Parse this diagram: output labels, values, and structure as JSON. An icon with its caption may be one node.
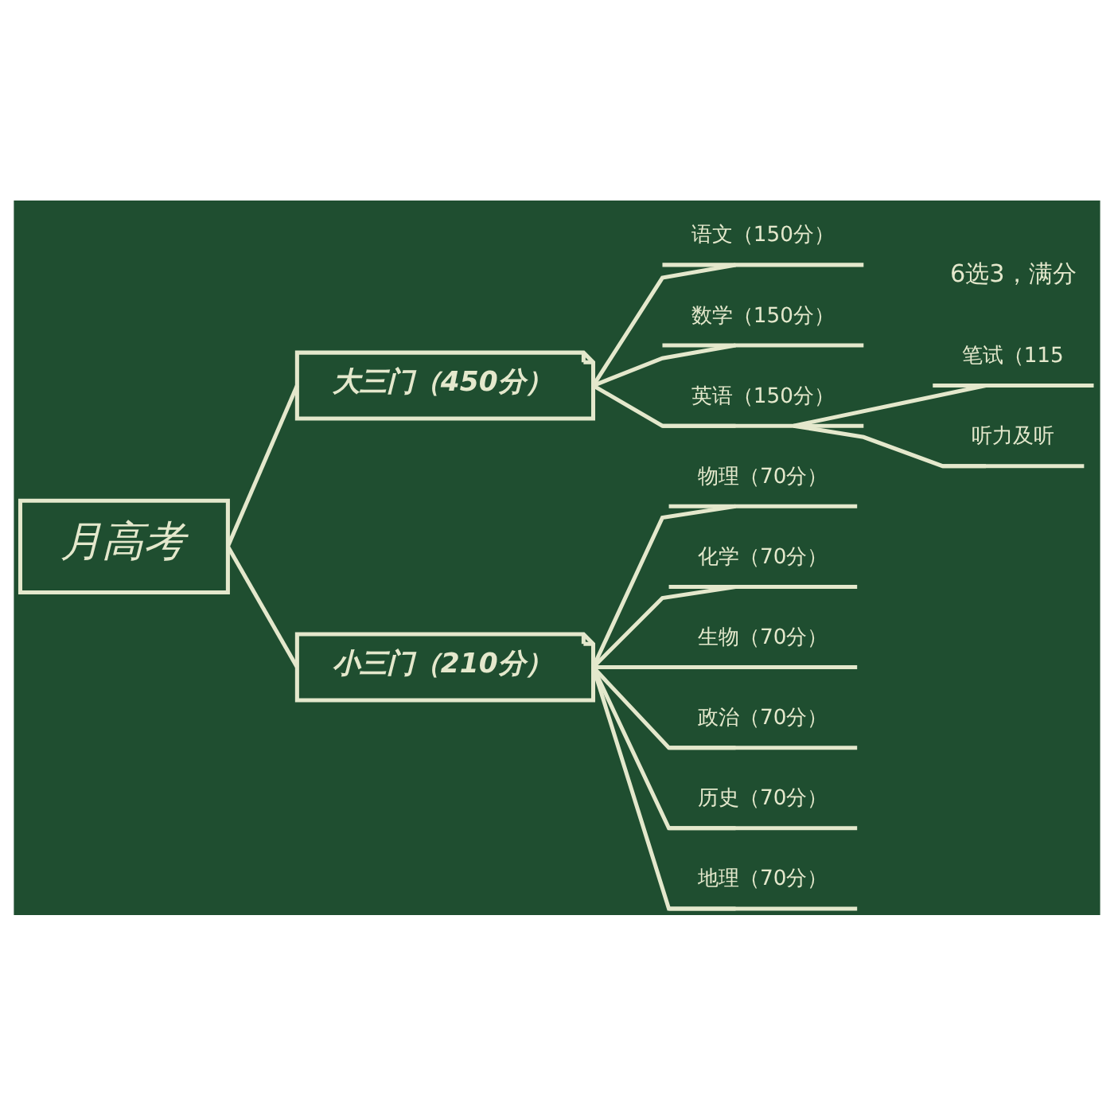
{
  "diagram": {
    "nodes": [
      {
        "text": [
          "月高考"
        ]
      },
      {
        "text": [
          "大三门（450分）"
        ]
      },
      {
        "text": [
          "语文（150分）"
        ]
      },
      {
        "text": [
          "数学（150分）"
        ]
      },
      {
        "text": [
          "英语（150分）"
        ]
      },
      {
        "text": [
          "笔试（115"
        ]
      },
      {
        "text": [
          "听力及听"
        ]
      },
      {
        "text": [
          "小三门（210分）"
        ]
      },
      {
        "text": [
          "物理（70分）"
        ]
      },
      {
        "text": [
          "化学（70分）"
        ]
      },
      {
        "text": [
          "生物（70分）"
        ]
      },
      {
        "text": [
          "政治（70分）"
        ]
      },
      {
        "text": [
          "历史（70分）"
        ]
      },
      {
        "text": [
          "地理（70分）"
        ]
      }
    ],
    "edges": [
      {
        "from": 0,
        "to": 1,
        "arrow": "none"
      },
      {
        "from": 0,
        "to": 7,
        "arrow": "none"
      },
      {
        "from": 1,
        "to": 2,
        "arrow": "none"
      },
      {
        "from": 1,
        "to": 3,
        "arrow": "none"
      },
      {
        "from": 1,
        "to": 4,
        "arrow": "none"
      },
      {
        "from": 4,
        "to": 5,
        "arrow": "none"
      },
      {
        "from": 4,
        "to": 6,
        "arrow": "none"
      },
      {
        "from": 7,
        "to": 8,
        "arrow": "none"
      },
      {
        "from": 7,
        "to": 9,
        "arrow": "none"
      },
      {
        "from": 7,
        "to": 10,
        "arrow": "none"
      },
      {
        "from": 7,
        "to": 11,
        "arrow": "none"
      },
      {
        "from": 7,
        "to": 12,
        "arrow": "none"
      },
      {
        "from": 7,
        "to": 13,
        "arrow": "none"
      }
    ],
    "labels": [
      "6选3，满分"
    ]
  }
}
